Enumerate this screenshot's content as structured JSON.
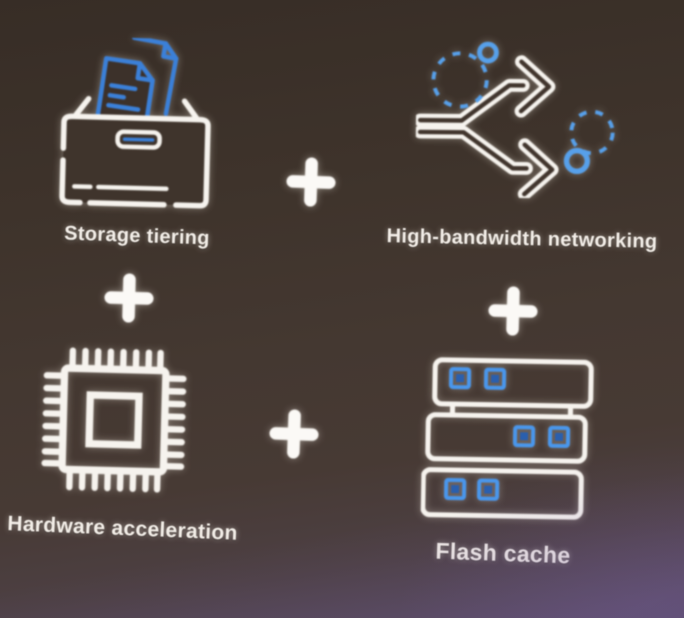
{
  "slide": {
    "plus": "+",
    "items": [
      {
        "id": "storage-tiering",
        "label": "Storage tiering",
        "icon": "archive-drawer-documents-icon"
      },
      {
        "id": "high-bandwidth-networking",
        "label": "High-bandwidth networking",
        "icon": "branching-arrows-icon"
      },
      {
        "id": "hardware-acceleration",
        "label": "Hardware acceleration",
        "icon": "cpu-chip-icon"
      },
      {
        "id": "flash-cache",
        "label": "Flash cache",
        "icon": "server-stack-icon"
      }
    ],
    "colors": {
      "accent_blue": "#3b80d8",
      "light_blue": "#57a0ea",
      "cell_blue": "#4a97ec",
      "cell_fill": "#2a5fae",
      "icon_white": "#f6f3ee",
      "background_top": "#372d26",
      "background_bottom": "#564a5e"
    }
  }
}
